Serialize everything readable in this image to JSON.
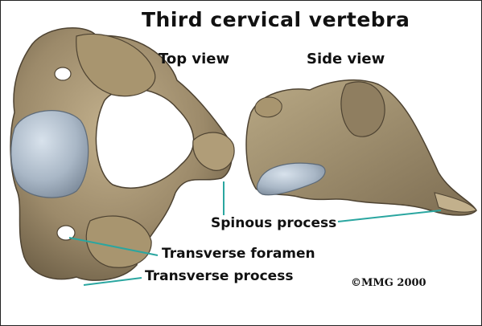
{
  "title": "Third cervical vertebra",
  "views": {
    "top": "Top view",
    "side": "Side view"
  },
  "labels": {
    "spinous_process": "Spinous process",
    "transverse_foramen": "Transverse foramen",
    "transverse_process": "Transverse process"
  },
  "copyright": "©MMG 2000",
  "colors": {
    "bone": "#9c8a6a",
    "bone_dark": "#5e513c",
    "cartilage": "#a9b7c6",
    "leader_line": "#2aa6a0"
  }
}
